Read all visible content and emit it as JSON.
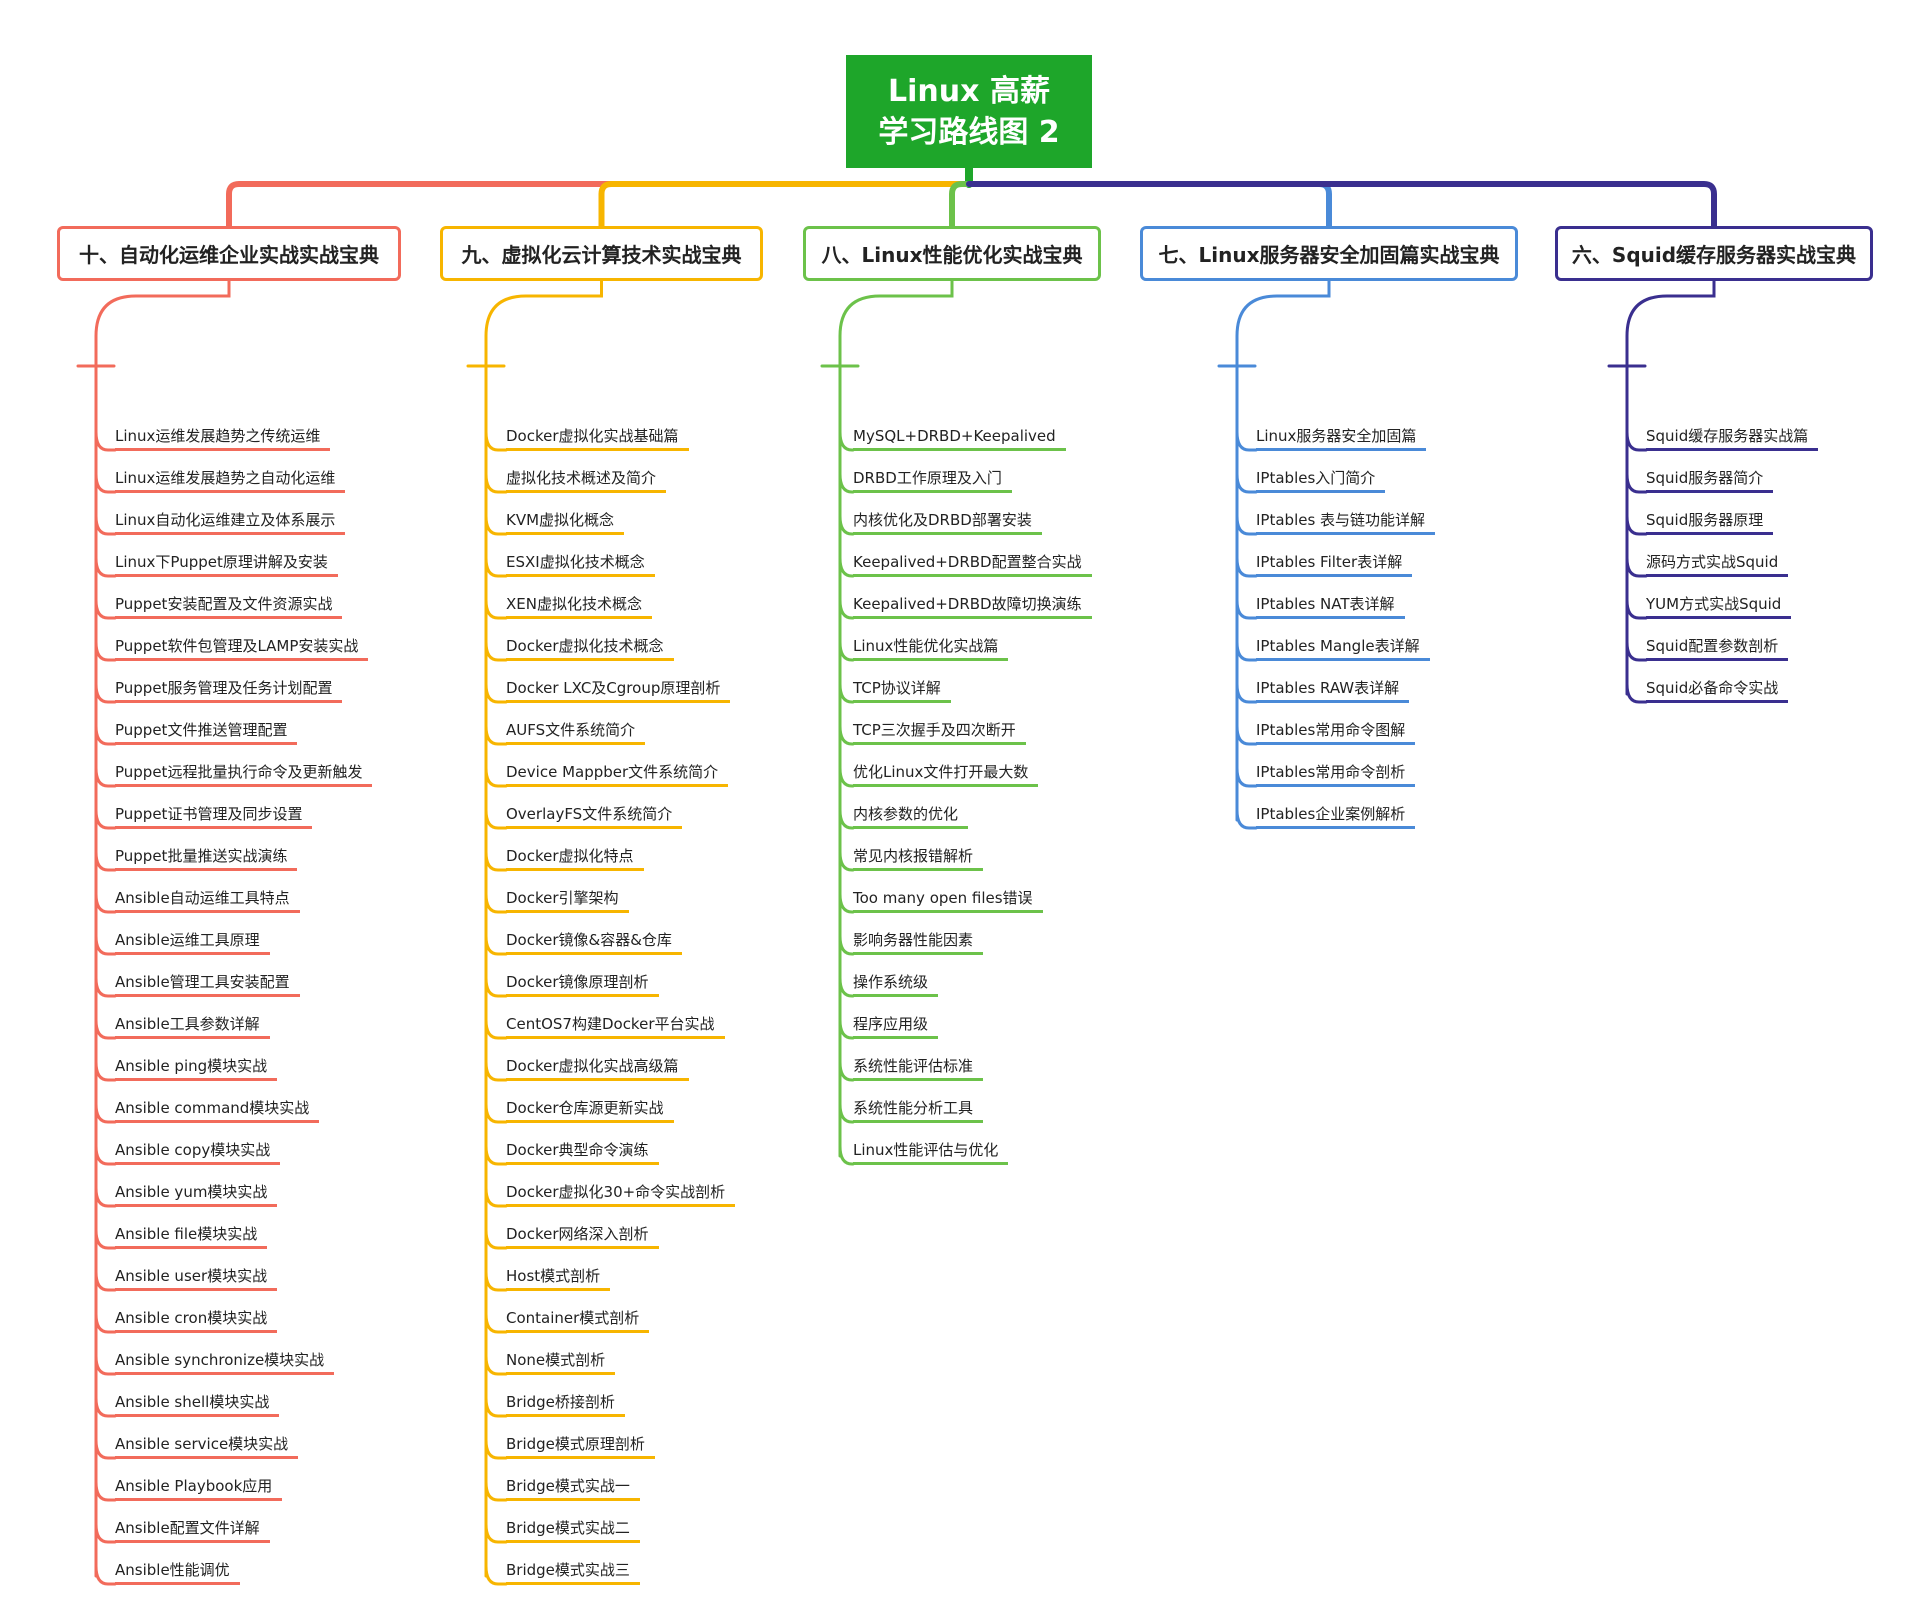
{
  "root": {
    "line1": "Linux 高薪",
    "line2": "学习路线图 2",
    "color": "#1ea62a"
  },
  "branches": [
    {
      "title": "十、自动化运维企业实战实战宝典",
      "color": "#f26b5b",
      "items": [
        "Linux运维发展趋势之传统运维",
        "Linux运维发展趋势之自动化运维",
        "Linux自动化运维建立及体系展示",
        "Linux下Puppet原理讲解及安装",
        "Puppet安装配置及文件资源实战",
        "Puppet软件包管理及LAMP安装实战",
        "Puppet服务管理及任务计划配置",
        "Puppet文件推送管理配置",
        "Puppet远程批量执行命令及更新触发",
        "Puppet证书管理及同步设置",
        "Puppet批量推送实战演练",
        "Ansible自动运维工具特点",
        "Ansible运维工具原理",
        "Ansible管理工具安装配置",
        "Ansible工具参数详解",
        "Ansible ping模块实战",
        "Ansible command模块实战",
        "Ansible copy模块实战",
        "Ansible yum模块实战",
        "Ansible file模块实战",
        "Ansible user模块实战",
        "Ansible cron模块实战",
        "Ansible synchronize模块实战",
        "Ansible shell模块实战",
        "Ansible service模块实战",
        "Ansible Playbook应用",
        "Ansible配置文件详解",
        "Ansible性能调优"
      ]
    },
    {
      "title": "九、虚拟化云计算技术实战宝典",
      "color": "#f7b500",
      "items": [
        "Docker虚拟化实战基础篇",
        "虚拟化技术概述及简介",
        "KVM虚拟化概念",
        "ESXI虚拟化技术概念",
        "XEN虚拟化技术概念",
        "Docker虚拟化技术概念",
        "Docker LXC及Cgroup原理剖析",
        "AUFS文件系统简介",
        "Device Mappber文件系统简介",
        "OverlayFS文件系统简介",
        "Docker虚拟化特点",
        "Docker引擎架构",
        "Docker镜像&容器&仓库",
        "Docker镜像原理剖析",
        "CentOS7构建Docker平台实战",
        "Docker虚拟化实战高级篇",
        "Docker仓库源更新实战",
        "Docker典型命令演练",
        "Docker虚拟化30+命令实战剖析",
        "Docker网络深入剖析",
        "Host模式剖析",
        "Container模式剖析",
        "None模式剖析",
        "Bridge桥接剖析",
        "Bridge模式原理剖析",
        "Bridge模式实战一",
        "Bridge模式实战二",
        "Bridge模式实战三"
      ]
    },
    {
      "title": "八、Linux性能优化实战宝典",
      "color": "#6cc24a",
      "items": [
        "MySQL+DRBD+Keepalived",
        "DRBD工作原理及入门",
        "内核优化及DRBD部署安装",
        "Keepalived+DRBD配置整合实战",
        "Keepalived+DRBD故障切换演练",
        "Linux性能优化实战篇",
        "TCP协议详解",
        "TCP三次握手及四次断开",
        "优化Linux文件打开最大数",
        "内核参数的优化",
        "常见内核报错解析",
        "Too many open files错误",
        "影响务器性能因素",
        "操作系统级",
        "程序应用级",
        "系统性能评估标准",
        "系统性能分析工具",
        "Linux性能评估与优化"
      ]
    },
    {
      "title": "七、Linux服务器安全加固篇实战宝典",
      "color": "#4a8ad8",
      "items": [
        "Linux服务器安全加固篇",
        "IPtables入门简介",
        "IPtables 表与链功能详解",
        "IPtables Filter表详解",
        "IPtables NAT表详解",
        "IPtables Mangle表详解",
        "IPtables RAW表详解",
        "IPtables常用命令图解",
        "IPtables常用命令剖析",
        "IPtables企业案例解析"
      ]
    },
    {
      "title": "六、Squid缓存服务器实战宝典",
      "color": "#3a2f8f",
      "items": [
        "Squid缓存服务器实战篇",
        "Squid服务器简介",
        "Squid服务器原理",
        "源码方式实战Squid",
        "YUM方式实战Squid",
        "Squid配置参数剖析",
        "Squid必备命令实战"
      ]
    }
  ]
}
